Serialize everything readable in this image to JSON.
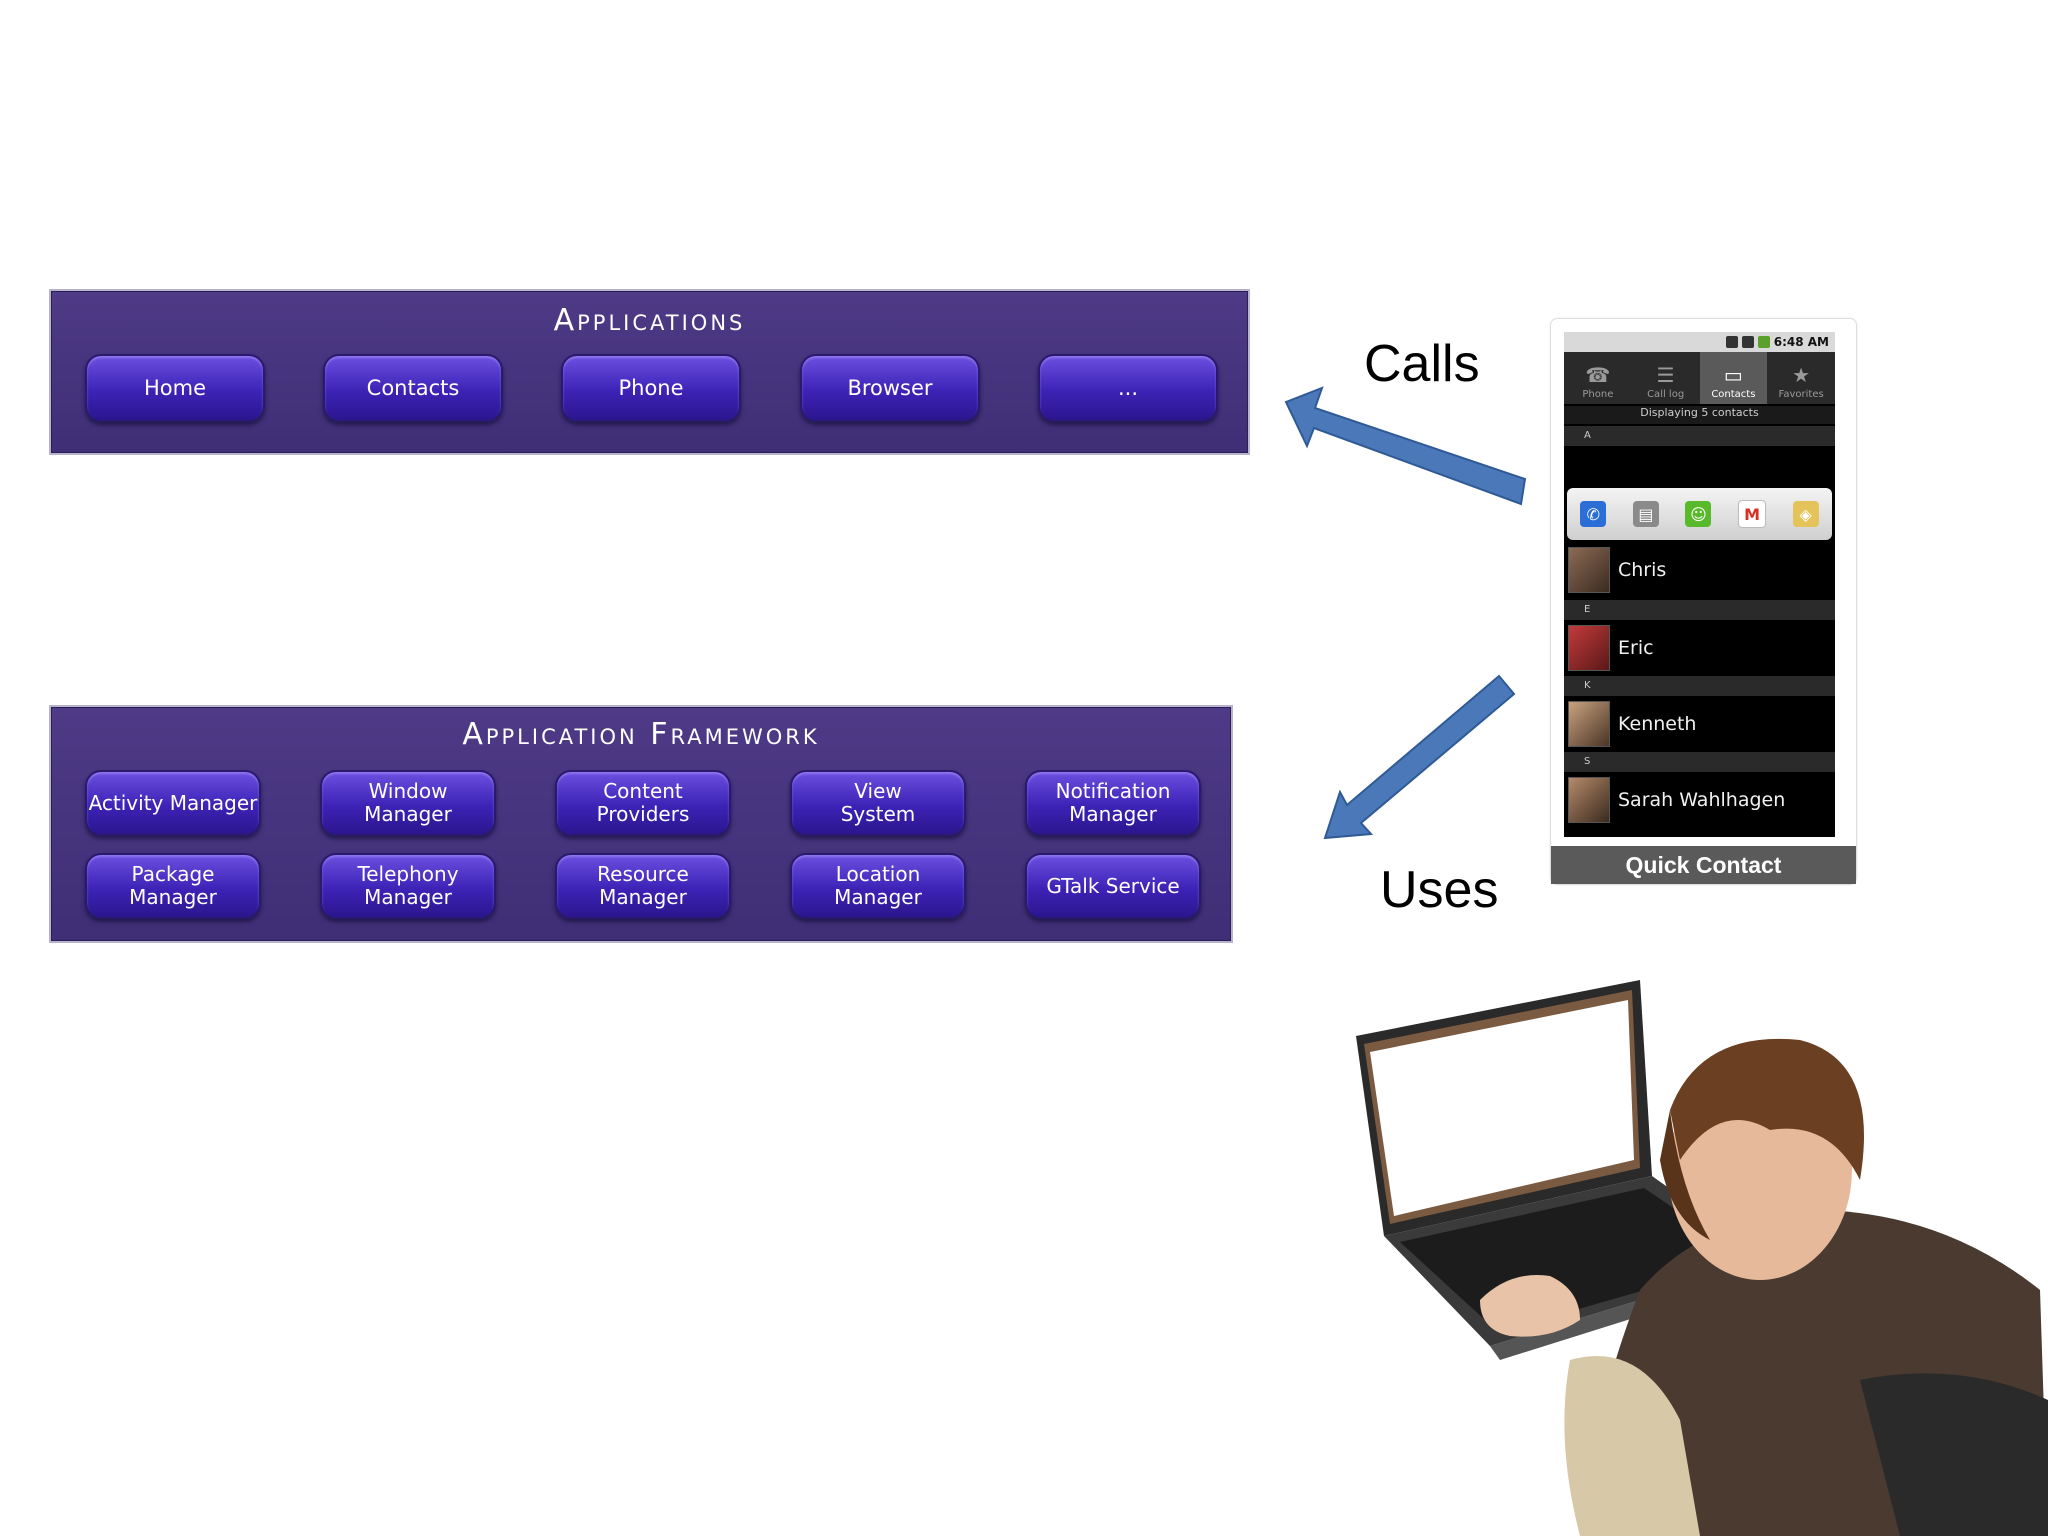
{
  "applications": {
    "title": "Applications",
    "items": [
      "Home",
      "Contacts",
      "Phone",
      "Browser",
      "..."
    ]
  },
  "framework": {
    "title": "Application Framework",
    "items": [
      "Activity Manager",
      "Window\nManager",
      "Content\nProviders",
      "View\nSystem",
      "Notification\nManager",
      "Package Manager",
      "Telephony\nManager",
      "Resource\nManager",
      "Location\nManager",
      "GTalk Service"
    ]
  },
  "arrows": {
    "calls_label": "Calls",
    "uses_label": "Uses",
    "color": "#4a78b8"
  },
  "phone": {
    "time": "6:48 AM",
    "tabs": [
      "Phone",
      "Call log",
      "Contacts",
      "Favorites"
    ],
    "active_tab": "Contacts",
    "list_header": "Displaying 5 contacts",
    "sections": [
      "A",
      "E",
      "K",
      "S"
    ],
    "contacts": [
      "Chris",
      "Eric",
      "Kenneth",
      "Sarah Wahlhagen"
    ],
    "caption": "Quick Contact",
    "quick_actions": [
      "phone-icon",
      "contact-card-icon",
      "sms-icon",
      "gmail-icon",
      "maps-icon"
    ]
  },
  "colors": {
    "panel": "#44327c",
    "pill": "#3c23b6",
    "arrow": "#4a78b8"
  }
}
